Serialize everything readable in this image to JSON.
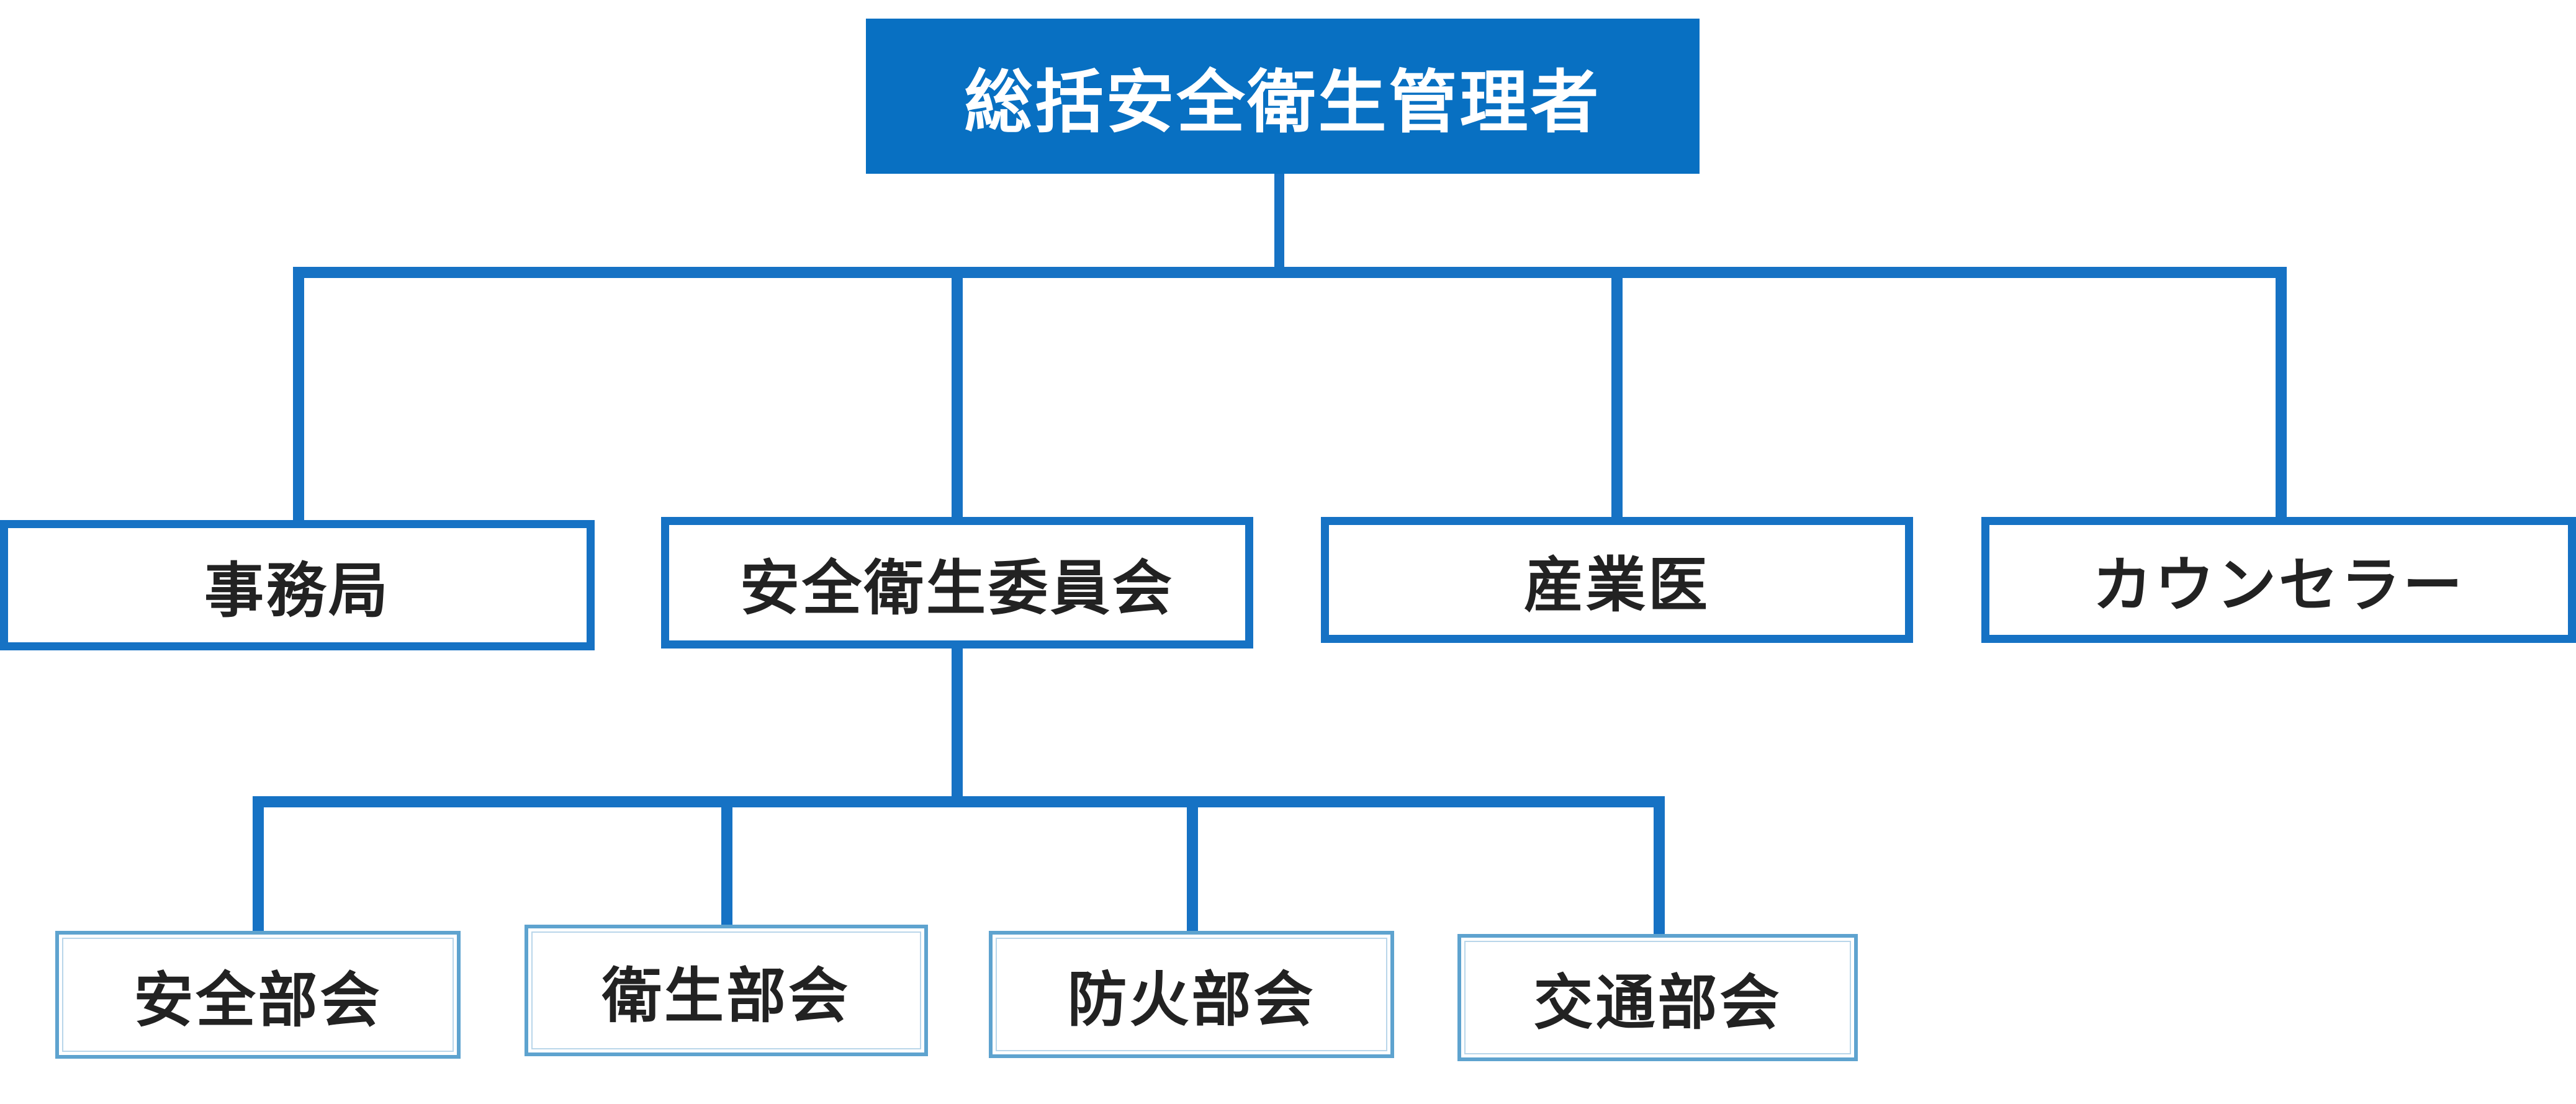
{
  "org_chart": {
    "top": {
      "label": "総括安全衛生管理者"
    },
    "level2": [
      {
        "label": "事務局"
      },
      {
        "label": "安全衛生委員会"
      },
      {
        "label": "産業医"
      },
      {
        "label": "カウンセラー"
      }
    ],
    "level3": [
      {
        "label": "安全部会"
      },
      {
        "label": "衛生部会"
      },
      {
        "label": "防火部会"
      },
      {
        "label": "交通部会"
      }
    ],
    "colors": {
      "top_fill": "#0870c2",
      "top_text": "#ffffff",
      "line": "#1672c4",
      "level3_border": "#5ea3cf",
      "text": "#222222"
    }
  }
}
